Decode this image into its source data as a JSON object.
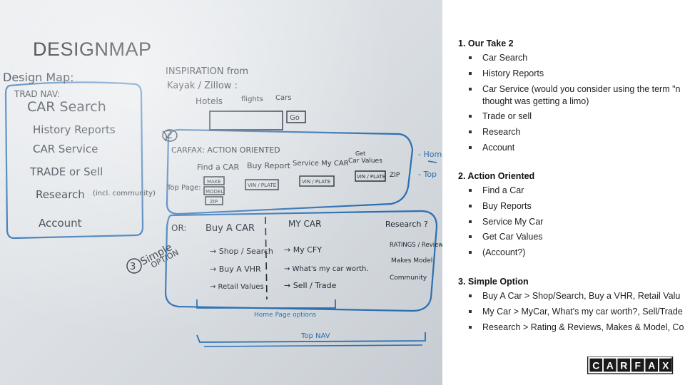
{
  "slide": {
    "title": "DESIGNMAP"
  },
  "whiteboard": {
    "heading": "Design Map:",
    "nav_label": "TRAD NAV:",
    "nav_items": [
      "CAR Search",
      "History Reports",
      "CAR Service",
      "TRADE or Sell",
      "Research",
      "(incl. community)",
      "Account"
    ],
    "inspiration_1": "INSPIRATION from",
    "inspiration_2": "Kayak / Zillow :",
    "insp_hotels": "Hotels",
    "insp_flights": "flights",
    "insp_cars": "Cars",
    "insp_go": "Go",
    "carfax_label": "CARFAX: ACTION ORIENTED",
    "actions": [
      "Find a CAR",
      "Buy Report",
      "Service My CAR",
      "Car Values"
    ],
    "get_label": "Get",
    "top_page": "Top Page:",
    "button_labels": [
      "MAKE",
      "MODEL",
      "ZIP",
      "VIN / PLATE",
      "VIN / PLATE",
      "VIN / PLATE"
    ],
    "zip_right": "ZIP",
    "side_home": "- Home",
    "side_top": "- Top",
    "or_label": "OR:",
    "simple_1": "Simple",
    "simple_2": "OPTION",
    "num_3": "3",
    "num_2": "2",
    "col_buy": "Buy A CAR",
    "col_mycar": "MY CAR",
    "col_research": "Research ?",
    "buy_items": [
      "→ Shop / Search",
      "→ Buy A VHR",
      "→ Retail Values"
    ],
    "mycar_items": [
      "→ My CFY",
      "→ What's my car worth.",
      "→ Sell / Trade"
    ],
    "research_items": [
      "RATINGS / Reviews",
      "Makes Model",
      "Community"
    ],
    "home_options": "Home Page options",
    "top_nav": "Top NAV"
  },
  "panel": {
    "sections": [
      {
        "title": "1. Our Take 2",
        "items": [
          "Car Search",
          "History Reports",
          "Car Service (would you consider using the term \"n",
          "thought was getting a limo)",
          "Trade or sell",
          "Research",
          "Account"
        ]
      },
      {
        "title": "2. Action Oriented",
        "items": [
          "Find a Car",
          "Buy Reports",
          "Service My Car",
          "Get Car Values",
          "(Account?)"
        ]
      },
      {
        "title": "3. Simple Option",
        "items": [
          "Buy A Car > Shop/Search, Buy a VHR, Retail Valu",
          "My Car > MyCar, What's my car worth?, Sell/Trade",
          "Research > Rating & Reviews, Makes & Model, Co"
        ]
      }
    ]
  },
  "logo": {
    "letters": [
      "C",
      "A",
      "R",
      "F",
      "A",
      "X"
    ],
    "registered": "®",
    "color_bg": "#1a1a1a",
    "color_fg": "#ffffff"
  },
  "colors": {
    "marker_blue": "#2c6fb0",
    "marker_dark": "#1b2530"
  }
}
